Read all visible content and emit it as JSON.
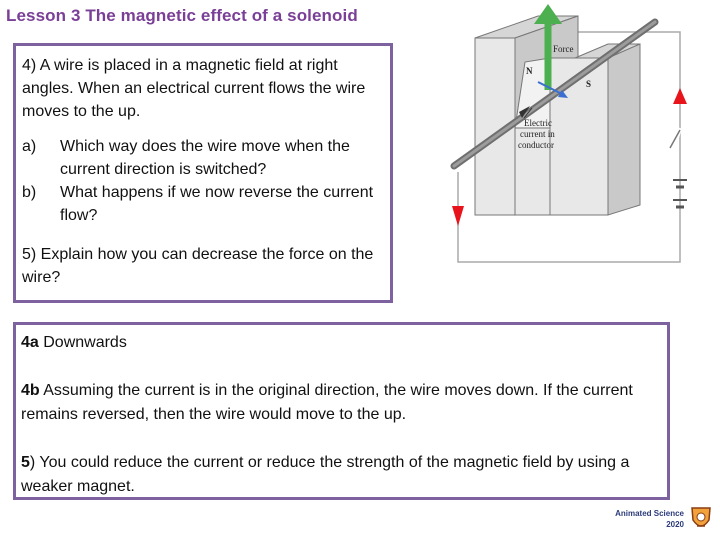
{
  "title": "Lesson 3 The magnetic effect of a solenoid",
  "question": {
    "q4": "4) A wire is placed in a magnetic field at right angles. When an electrical current flows the wire moves to the up.",
    "items": [
      {
        "marker": "a)",
        "text": "Which way does the wire move when the current direction is switched?"
      },
      {
        "marker": "b)",
        "text": "What happens if we now reverse the current flow?"
      }
    ],
    "q5": "5) Explain how you can decrease the force on the wire?"
  },
  "answers": [
    {
      "label": "4a",
      "text": " Downwards"
    },
    {
      "label": "4b",
      "text": " Assuming the current is in the original direction, the wire moves down. If the current remains reversed, then the wire would move to the up."
    },
    {
      "label": "5",
      "text": ") You could reduce the current or reduce the strength of the magnetic field by using a weaker magnet."
    }
  ],
  "diagram": {
    "force_label": "Force",
    "north_label": "N",
    "south_label": "S",
    "current_label": [
      "Electric",
      "current in",
      "conductor"
    ],
    "colors": {
      "force_arrow": "#4caf50",
      "current_arrow": "#3b6fd1",
      "red_arrow": "#e8141c",
      "magnet": "#e4e4e4"
    }
  },
  "brand": {
    "line1": "Animated Science",
    "line2": "2020"
  }
}
